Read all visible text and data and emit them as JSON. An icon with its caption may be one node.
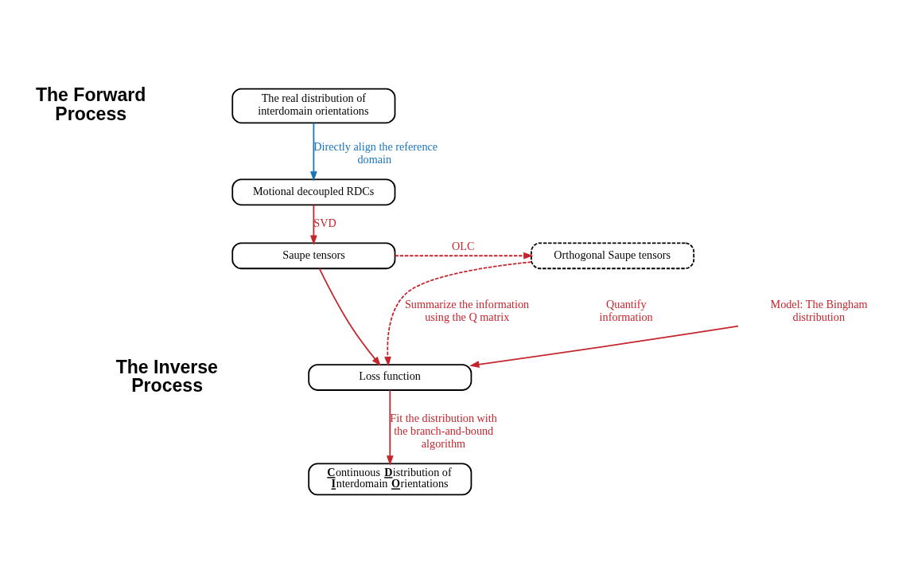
{
  "diagram": {
    "nodes": [
      {
        "text": [
          "The real distribution of interdomain orientations"
        ]
      },
      {
        "text": [
          "Motional decoupled RDCs"
        ]
      },
      {
        "text": [
          "Saupe tensors"
        ]
      },
      {
        "text": [
          "Orthogonal Saupe tensors"
        ]
      },
      {
        "text": [
          "Loss function"
        ]
      },
      {
        "text": [
          "**C**ontinuous **D**istribution of **I**nterdomain **O**rientations"
        ]
      },
      {
        "text": [
          "Model: The Bingham distribution"
        ]
      }
    ],
    "edges": [
      {
        "from": 0,
        "to": 1,
        "arrow": "to",
        "label": "Directly align the reference domain",
        "color": "#1a75bc"
      },
      {
        "from": 1,
        "to": 2,
        "arrow": "to",
        "label": "SVD"
      },
      {
        "from": 2,
        "to": 3,
        "arrow": "to",
        "label": "OLC",
        "style": "dashed"
      },
      {
        "from": 2,
        "to": 4,
        "arrow": "to"
      },
      {
        "from": 3,
        "to": 4,
        "arrow": "to",
        "label": "Summarize the information using the Q matrix",
        "style": "dashed"
      },
      {
        "from": 6,
        "to": 4,
        "arrow": "to"
      },
      {
        "from": 4,
        "to": 5,
        "arrow": "to",
        "label": "Fit the distribution with the branch-and-bound algorithm"
      }
    ],
    "labels": [
      "The Forward Process",
      "Quantify information",
      "The Inverse Process"
    ]
  }
}
